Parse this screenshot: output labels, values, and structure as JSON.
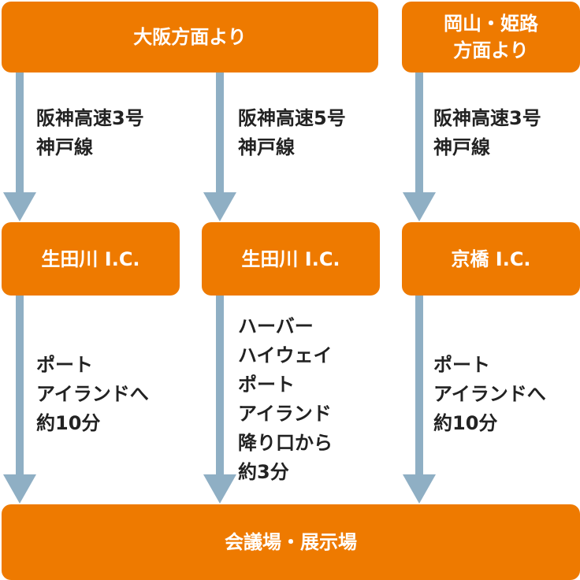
{
  "colors": {
    "box": "#ee7a00",
    "box_text": "#ffffff",
    "arrow": "#8fafc4",
    "label_text": "#222222"
  },
  "top_boxes": {
    "osaka": "大阪方面より",
    "okayama": "岡山・姫路\n方面より"
  },
  "routes": [
    {
      "expressway": "阪神高速3号\n神戸線",
      "interchange": "生田川 I.C.",
      "to_venue": "ポート\nアイランドへ\n約10分"
    },
    {
      "expressway": "阪神高速5号\n神戸線",
      "interchange": "生田川 I.C.",
      "to_venue": "ハーバー\nハイウェイ\nポート\nアイランド\n降り口から\n約3分"
    },
    {
      "expressway": "阪神高速3号\n神戸線",
      "interchange": "京橋 I.C.",
      "to_venue": "ポート\nアイランドへ\n約10分"
    }
  ],
  "destination": "会議場・展示場"
}
